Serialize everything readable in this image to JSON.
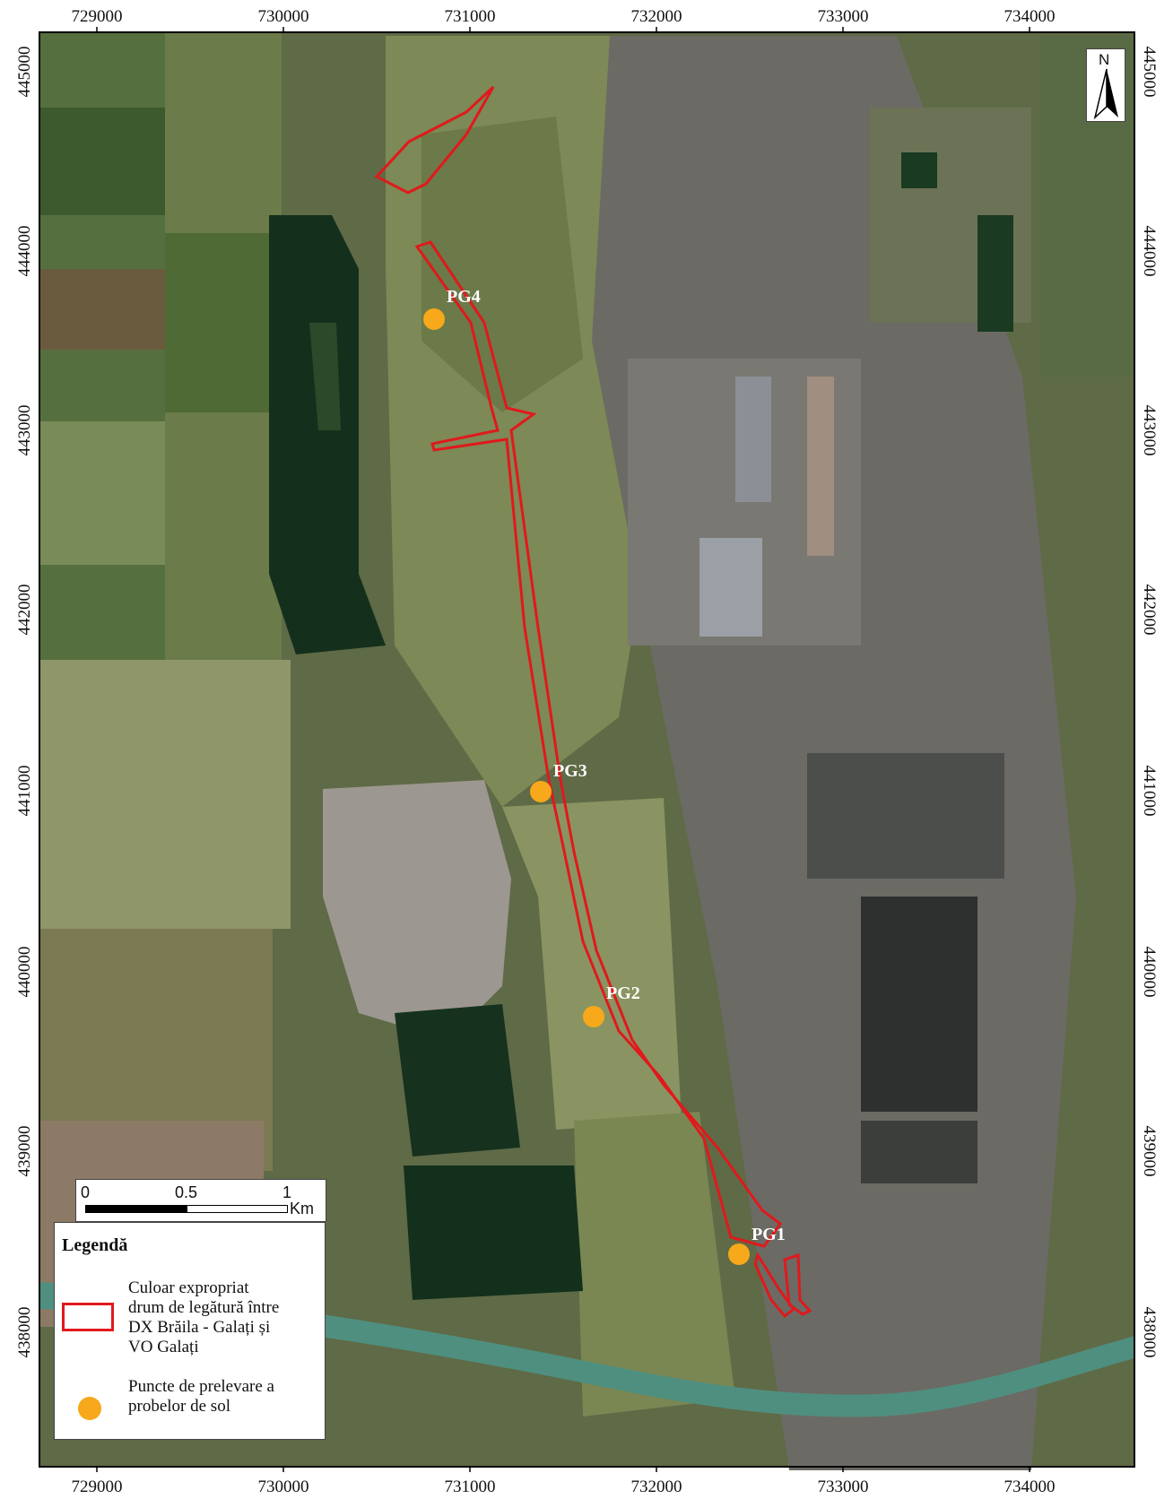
{
  "map": {
    "x_ticks": [
      "729000",
      "730000",
      "731000",
      "732000",
      "733000",
      "734000"
    ],
    "y_ticks": [
      "445000",
      "444000",
      "443000",
      "442000",
      "441000",
      "440000",
      "439000",
      "438000"
    ],
    "colors": {
      "corridor": "#e0191c",
      "sample_point": "#f7a81b",
      "river": "#4f8f7f",
      "lake": "#14301c"
    }
  },
  "points": [
    {
      "id": "PG4",
      "label": "PG4"
    },
    {
      "id": "PG3",
      "label": "PG3"
    },
    {
      "id": "PG2",
      "label": "PG2"
    },
    {
      "id": "PG1",
      "label": "PG1"
    }
  ],
  "scale": {
    "labels": [
      "0",
      "0.5",
      "1"
    ],
    "unit": "Km"
  },
  "north": {
    "label": "N",
    "icon": "north-arrow-icon"
  },
  "legend": {
    "title": "Legendă",
    "corridor_text": "Culoar expropriat\ndrum de legătură între\nDX Brăila - Galați și\nVO Galați",
    "points_text": "Puncte de prelevare a\nprobelor de sol"
  }
}
